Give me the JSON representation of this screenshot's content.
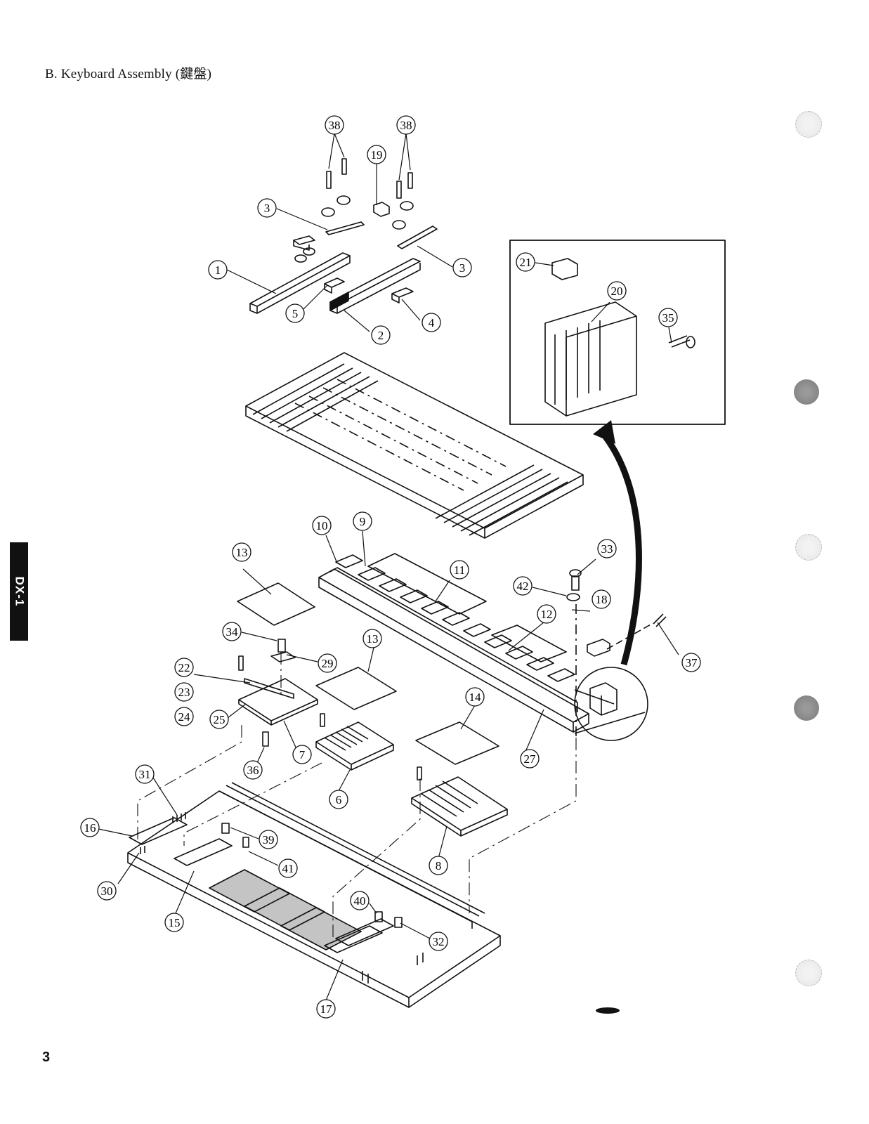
{
  "header": {
    "title": "B. Keyboard Assembly (鍵盤)"
  },
  "side_tab": {
    "label": "DX-1"
  },
  "footer": {
    "page_number": "3"
  },
  "callouts": [
    {
      "id": "38a",
      "label": "38"
    },
    {
      "id": "38b",
      "label": "38"
    },
    {
      "id": "19",
      "label": "19"
    },
    {
      "id": "3a",
      "label": "3"
    },
    {
      "id": "3b",
      "label": "3"
    },
    {
      "id": "1",
      "label": "1"
    },
    {
      "id": "5",
      "label": "5"
    },
    {
      "id": "2",
      "label": "2"
    },
    {
      "id": "4",
      "label": "4"
    },
    {
      "id": "21",
      "label": "21"
    },
    {
      "id": "20",
      "label": "20"
    },
    {
      "id": "35",
      "label": "35"
    },
    {
      "id": "10",
      "label": "10"
    },
    {
      "id": "9",
      "label": "9"
    },
    {
      "id": "11",
      "label": "11"
    },
    {
      "id": "33",
      "label": "33"
    },
    {
      "id": "42",
      "label": "42"
    },
    {
      "id": "18",
      "label": "18"
    },
    {
      "id": "12",
      "label": "12"
    },
    {
      "id": "37",
      "label": "37"
    },
    {
      "id": "13a",
      "label": "13"
    },
    {
      "id": "34",
      "label": "34"
    },
    {
      "id": "29",
      "label": "29"
    },
    {
      "id": "13b",
      "label": "13"
    },
    {
      "id": "22",
      "label": "22"
    },
    {
      "id": "23",
      "label": "23"
    },
    {
      "id": "24",
      "label": "24"
    },
    {
      "id": "25",
      "label": "25"
    },
    {
      "id": "7",
      "label": "7"
    },
    {
      "id": "14",
      "label": "14"
    },
    {
      "id": "27",
      "label": "27"
    },
    {
      "id": "36",
      "label": "36"
    },
    {
      "id": "6",
      "label": "6"
    },
    {
      "id": "31",
      "label": "31"
    },
    {
      "id": "16",
      "label": "16"
    },
    {
      "id": "39",
      "label": "39"
    },
    {
      "id": "41",
      "label": "41"
    },
    {
      "id": "30",
      "label": "30"
    },
    {
      "id": "15",
      "label": "15"
    },
    {
      "id": "8",
      "label": "8"
    },
    {
      "id": "40",
      "label": "40"
    },
    {
      "id": "32",
      "label": "32"
    },
    {
      "id": "17",
      "label": "17"
    }
  ]
}
